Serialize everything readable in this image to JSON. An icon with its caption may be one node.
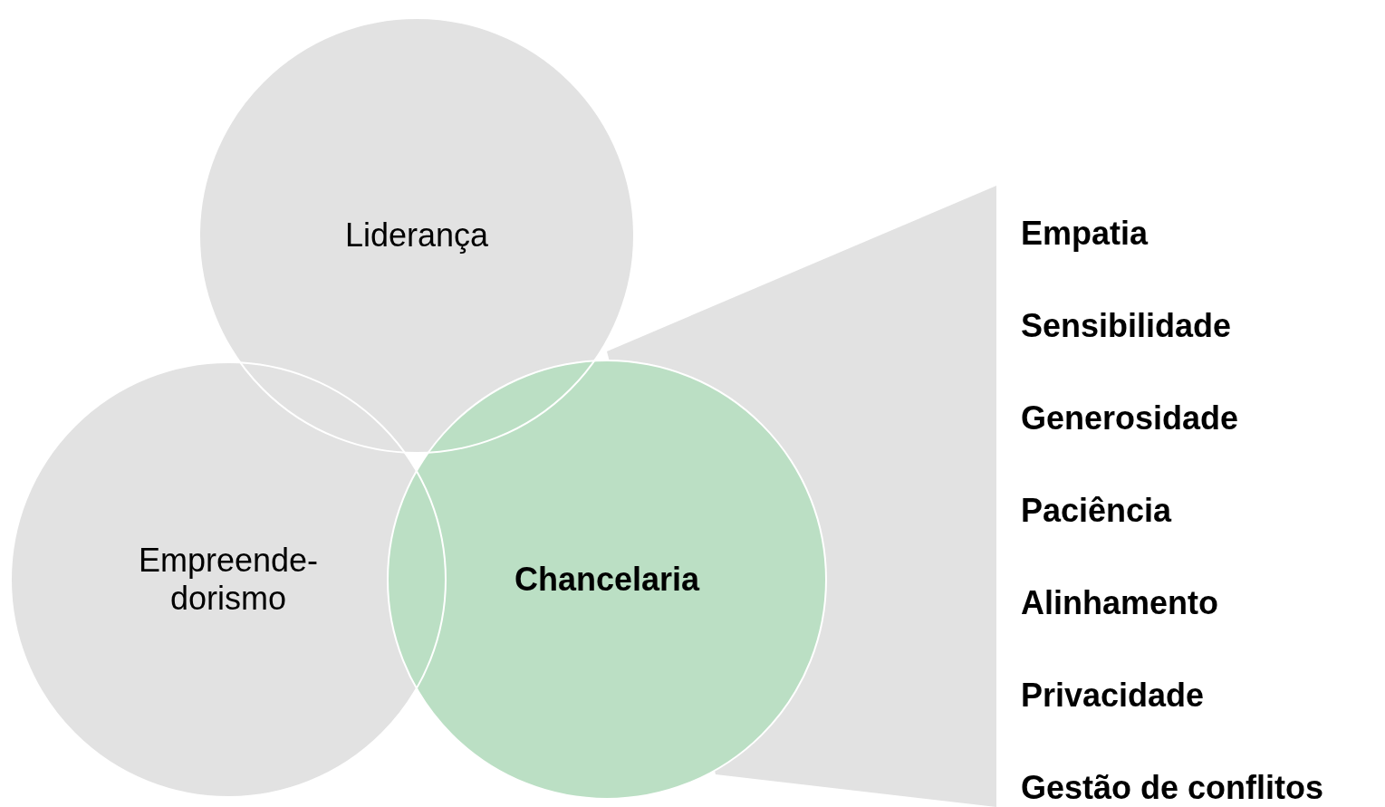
{
  "diagram": {
    "nodes": [
      {
        "text": [
          "Liderança"
        ]
      },
      {
        "text": [
          "Empreende- dorismo"
        ]
      },
      {
        "text": [
          "Chancelaria"
        ]
      }
    ],
    "labels": [
      "Empatia",
      "Sensibilidade",
      "Generosidade",
      "Paciência",
      "Alinhamento",
      "Privacidade",
      "Gestão de conflitos"
    ]
  }
}
